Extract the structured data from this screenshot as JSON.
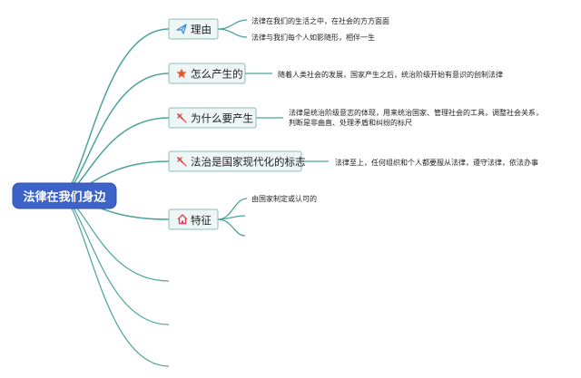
{
  "central": {
    "label": "法律在我们身边"
  },
  "branches": [
    {
      "label": "理由",
      "icon": "send-icon",
      "icon_color": "#3a8fd8",
      "details": [
        "法律在我们的生活之中，在社会的方方面面",
        "法律与我们每个人如影随形，相伴一生"
      ]
    },
    {
      "label": "怎么产生的",
      "icon": "star-icon",
      "icon_color": "#e8582a",
      "details": [
        "随着人类社会的发展，国家产生之后，统治阶级开始有意识的创制法律"
      ]
    },
    {
      "label": "为什么要产生",
      "icon": "gavel-icon",
      "icon_color": "#d0443a",
      "details": [
        "法律是统治阶级意志的体现，用来统治国家、管理社会的工具，调整社会关系，判断是非曲直、处理矛盾和纠纷的标尺"
      ]
    },
    {
      "label": "法治是国家现代化的标志",
      "icon": "gavel-icon",
      "icon_color": "#d0443a",
      "details": [
        "法律至上，任何组织和个人都要服从法律，遵守法律，依法办事"
      ]
    },
    {
      "label": "特征",
      "icon": "home-icon",
      "icon_color": "#e04060",
      "details": [
        "由国家制定或认可的"
      ]
    }
  ],
  "colors": {
    "connector": "#4aa39a",
    "central_fill": "#3d63c9",
    "node_fill": "#eef6f5",
    "node_border": "#8fbdb7"
  }
}
